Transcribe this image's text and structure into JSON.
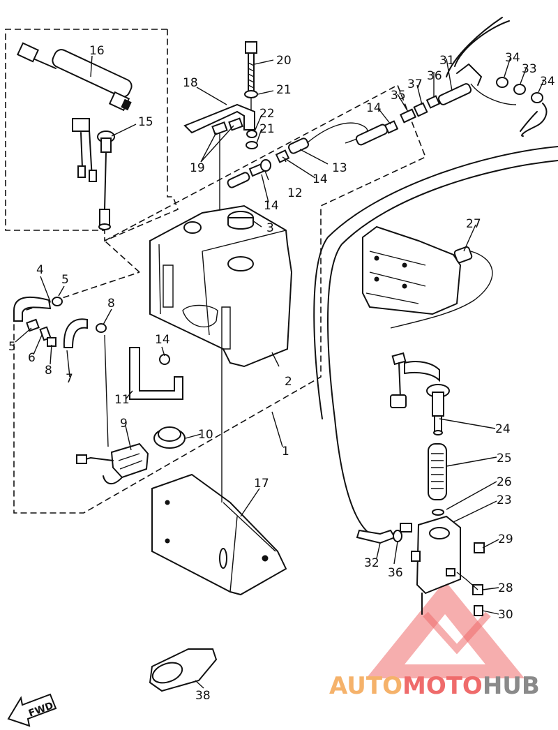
{
  "callouts": [
    {
      "id": "c1",
      "label": "1"
    },
    {
      "id": "c2",
      "label": "2"
    },
    {
      "id": "c3",
      "label": "3"
    },
    {
      "id": "c4",
      "label": "4"
    },
    {
      "id": "c5a",
      "label": "5"
    },
    {
      "id": "c5b",
      "label": "5"
    },
    {
      "id": "c6",
      "label": "6"
    },
    {
      "id": "c7",
      "label": "7"
    },
    {
      "id": "c8a",
      "label": "8"
    },
    {
      "id": "c8b",
      "label": "8"
    },
    {
      "id": "c9",
      "label": "9"
    },
    {
      "id": "c10",
      "label": "10"
    },
    {
      "id": "c11",
      "label": "11"
    },
    {
      "id": "c12",
      "label": "12"
    },
    {
      "id": "c13",
      "label": "13"
    },
    {
      "id": "c14a",
      "label": "14"
    },
    {
      "id": "c14b",
      "label": "14"
    },
    {
      "id": "c14c",
      "label": "14"
    },
    {
      "id": "c14d",
      "label": "14"
    },
    {
      "id": "c15",
      "label": "15"
    },
    {
      "id": "c16",
      "label": "16"
    },
    {
      "id": "c17",
      "label": "17"
    },
    {
      "id": "c18",
      "label": "18"
    },
    {
      "id": "c19",
      "label": "19"
    },
    {
      "id": "c20",
      "label": "20"
    },
    {
      "id": "c21a",
      "label": "21"
    },
    {
      "id": "c21b",
      "label": "21"
    },
    {
      "id": "c22",
      "label": "22"
    },
    {
      "id": "c23",
      "label": "23"
    },
    {
      "id": "c24",
      "label": "24"
    },
    {
      "id": "c25",
      "label": "25"
    },
    {
      "id": "c26",
      "label": "26"
    },
    {
      "id": "c27",
      "label": "27"
    },
    {
      "id": "c28",
      "label": "28"
    },
    {
      "id": "c29",
      "label": "29"
    },
    {
      "id": "c30",
      "label": "30"
    },
    {
      "id": "c31",
      "label": "31"
    },
    {
      "id": "c32",
      "label": "32"
    },
    {
      "id": "c33",
      "label": "33"
    },
    {
      "id": "c34a",
      "label": "34"
    },
    {
      "id": "c34b",
      "label": "34"
    },
    {
      "id": "c35",
      "label": "35"
    },
    {
      "id": "c36a",
      "label": "36"
    },
    {
      "id": "c36b",
      "label": "36"
    },
    {
      "id": "c37",
      "label": "37"
    },
    {
      "id": "c38",
      "label": "38"
    }
  ],
  "direction_marker": "FWD",
  "watermark": {
    "part1": "AUTO",
    "part2": "MOTO",
    "part3": "HUB",
    "colors": {
      "part1": "#f5b26b",
      "part2": "#ef6b6b",
      "part3": "#8a8a8a",
      "triangle": "#ef6b6b"
    }
  }
}
